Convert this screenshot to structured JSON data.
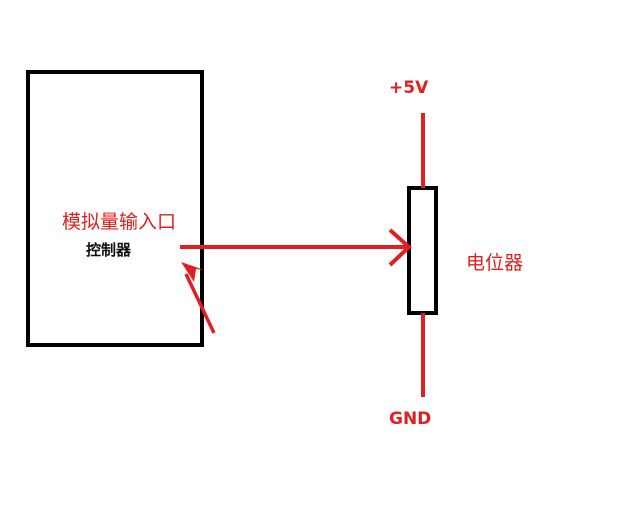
{
  "labels": {
    "analog_input": "模拟量输入口",
    "controller": "控制器",
    "potentiometer": "电位器",
    "vcc": "+5V",
    "gnd": "GND"
  },
  "colors": {
    "wire": "#e02020",
    "outline": "#000000",
    "text_red": "#e02020",
    "text_black": "#111111"
  }
}
